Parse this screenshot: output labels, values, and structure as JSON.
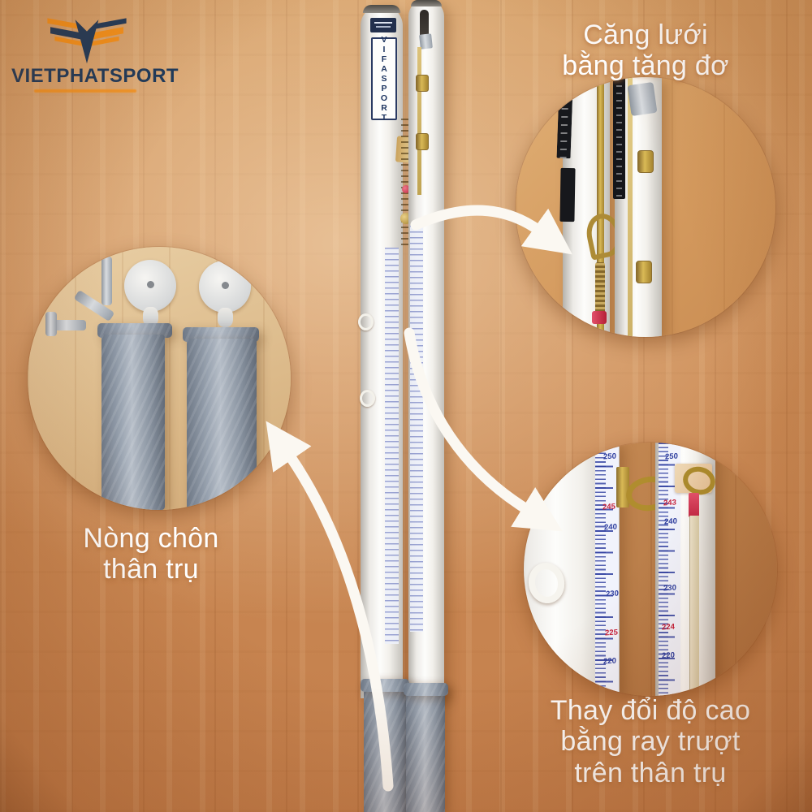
{
  "brand": {
    "name": "VIETPHATSPORT",
    "colors": {
      "navy": "#1d3a5c",
      "orange": "#f7941d"
    }
  },
  "pole": {
    "vertical_label": "VIFASPORT"
  },
  "callouts": {
    "tensioner": [
      "Căng lưới",
      "bằng tăng đơ"
    ],
    "sleeve": [
      "Nòng chôn",
      "thân trụ"
    ],
    "rail": [
      "Thay đổi độ cao",
      "bằng ray trượt",
      "trên thân trụ"
    ]
  },
  "height_scale": {
    "left": [
      "250",
      "245",
      "240",
      "230",
      "225",
      "220"
    ],
    "right": [
      "250",
      "243",
      "240",
      "230",
      "224",
      "220"
    ]
  },
  "colors": {
    "wood": "#cd8d57",
    "scale_blue": "#2f3fa0",
    "scale_red": "#c6203a",
    "arrow_white": "#fbf8f2",
    "brass": "#c9a133",
    "galvanized": "#99a3b0"
  }
}
